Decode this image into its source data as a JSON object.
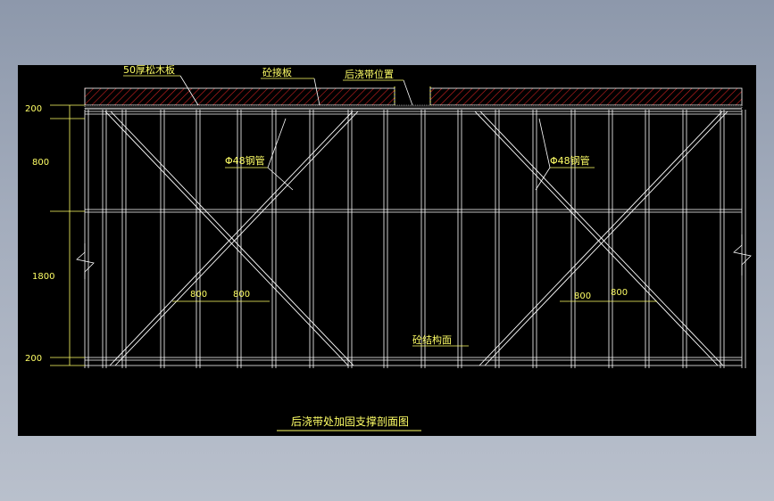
{
  "drawing": {
    "title": "后浇带处加固支撑剖面图",
    "labels": {
      "pine_board": "50厚松木板",
      "concrete_slab": "砼接板",
      "post_pour_position": "后浇带位置",
      "pipe_left": "Φ48钢管",
      "pipe_right": "Φ48钢管",
      "structure_surface": "砼结构面"
    },
    "dimensions": {
      "left_200_top": "200",
      "left_800": "800",
      "left_1800": "1800",
      "left_200_bottom": "200",
      "span_left_a": "800",
      "span_left_b": "800",
      "span_right_a": "800",
      "span_right_b": "800"
    },
    "colors": {
      "background": "#000000",
      "frame": "#ffffff",
      "dimension": "#ffff66",
      "slab_hatch": "#cc2222"
    }
  }
}
